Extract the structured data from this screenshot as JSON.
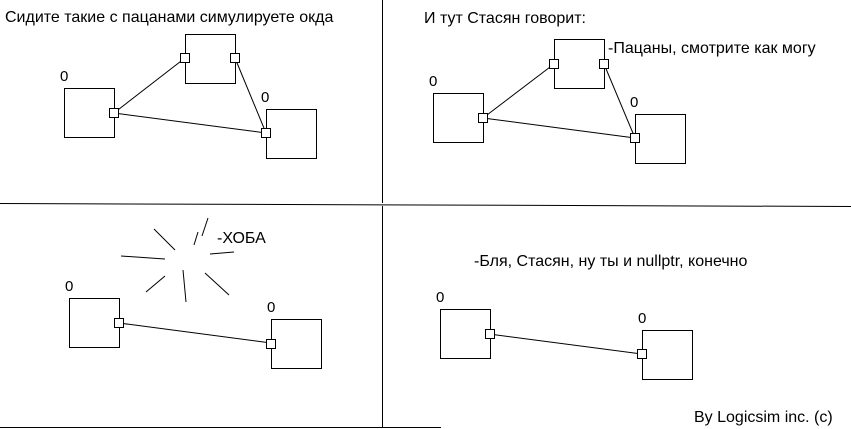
{
  "colors": {
    "background": "#ffffff",
    "ink": "#000000"
  },
  "panels": [
    {
      "caption": "Сидите такие с пацанами симулируете окда",
      "node_values": [
        "0",
        "0"
      ]
    },
    {
      "caption": "И тут Стасян говорит:",
      "speech": "-Пацаны, смотрите как могу",
      "node_values": [
        "0",
        "0"
      ]
    },
    {
      "speech": "-ХОБА",
      "node_values": [
        "0",
        "0"
      ]
    },
    {
      "speech": "-Бля, Стасян, ну ты и nullptr, конечно",
      "node_values": [
        "0",
        "0"
      ]
    }
  ],
  "credit": "By Logicsim inc. (c)"
}
